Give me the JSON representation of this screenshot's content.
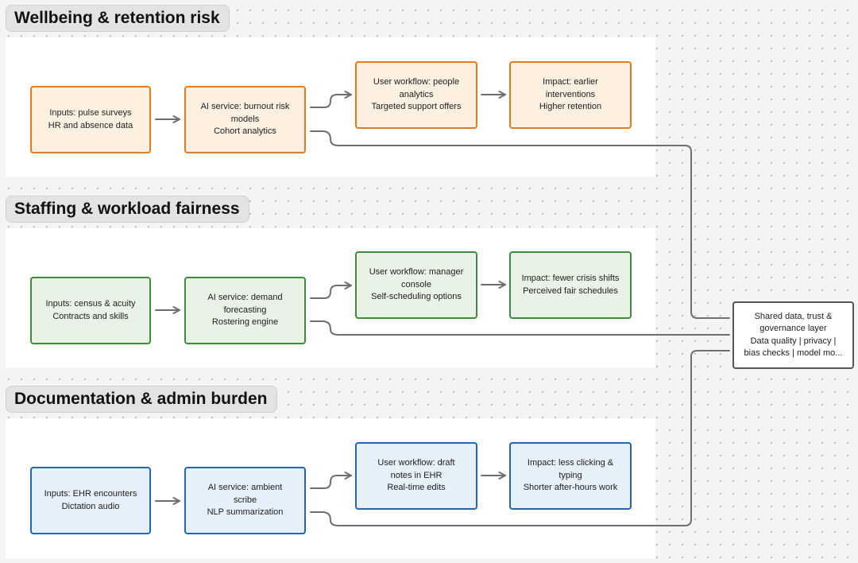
{
  "sections": [
    {
      "title": "Wellbeing & retention risk",
      "color": "orange",
      "boxes": [
        {
          "lines": [
            "Inputs: pulse surveys",
            "HR and absence data"
          ]
        },
        {
          "lines": [
            "AI service: burnout risk",
            "models",
            "Cohort analytics"
          ]
        },
        {
          "lines": [
            "User workflow: people",
            "analytics",
            "Targeted support offers"
          ]
        },
        {
          "lines": [
            "Impact: earlier",
            "interventions",
            "Higher retention"
          ]
        }
      ]
    },
    {
      "title": "Staffing & workload fairness",
      "color": "green",
      "boxes": [
        {
          "lines": [
            "Inputs: census & acuity",
            "Contracts and skills"
          ]
        },
        {
          "lines": [
            "AI service: demand",
            "forecasting",
            "Rostering engine"
          ]
        },
        {
          "lines": [
            "User workflow: manager",
            "console",
            "Self-scheduling options"
          ]
        },
        {
          "lines": [
            "Impact: fewer crisis shifts",
            "Perceived fair schedules"
          ]
        }
      ]
    },
    {
      "title": "Documentation & admin burden",
      "color": "blue",
      "boxes": [
        {
          "lines": [
            "Inputs: EHR encounters",
            "Dictation audio"
          ]
        },
        {
          "lines": [
            "AI service: ambient",
            "scribe",
            "NLP summarization"
          ]
        },
        {
          "lines": [
            "User workflow: draft",
            "notes in EHR",
            "Real-time edits"
          ]
        },
        {
          "lines": [
            "Impact: less clicking &",
            "typing",
            "Shorter after-hours work"
          ]
        }
      ]
    }
  ],
  "shared": {
    "lines": [
      "Shared data, trust &",
      "governance layer",
      "Data quality | privacy |",
      "bias checks | model mo..."
    ]
  },
  "colors": {
    "orange_border": "#e87a1e",
    "orange_fill": "#fdf0e1",
    "green_border": "#3d8b3d",
    "green_fill": "#e8f3e6",
    "blue_border": "#2166b8",
    "blue_fill": "#e6f0fb",
    "connector": "#6f6f6f"
  }
}
